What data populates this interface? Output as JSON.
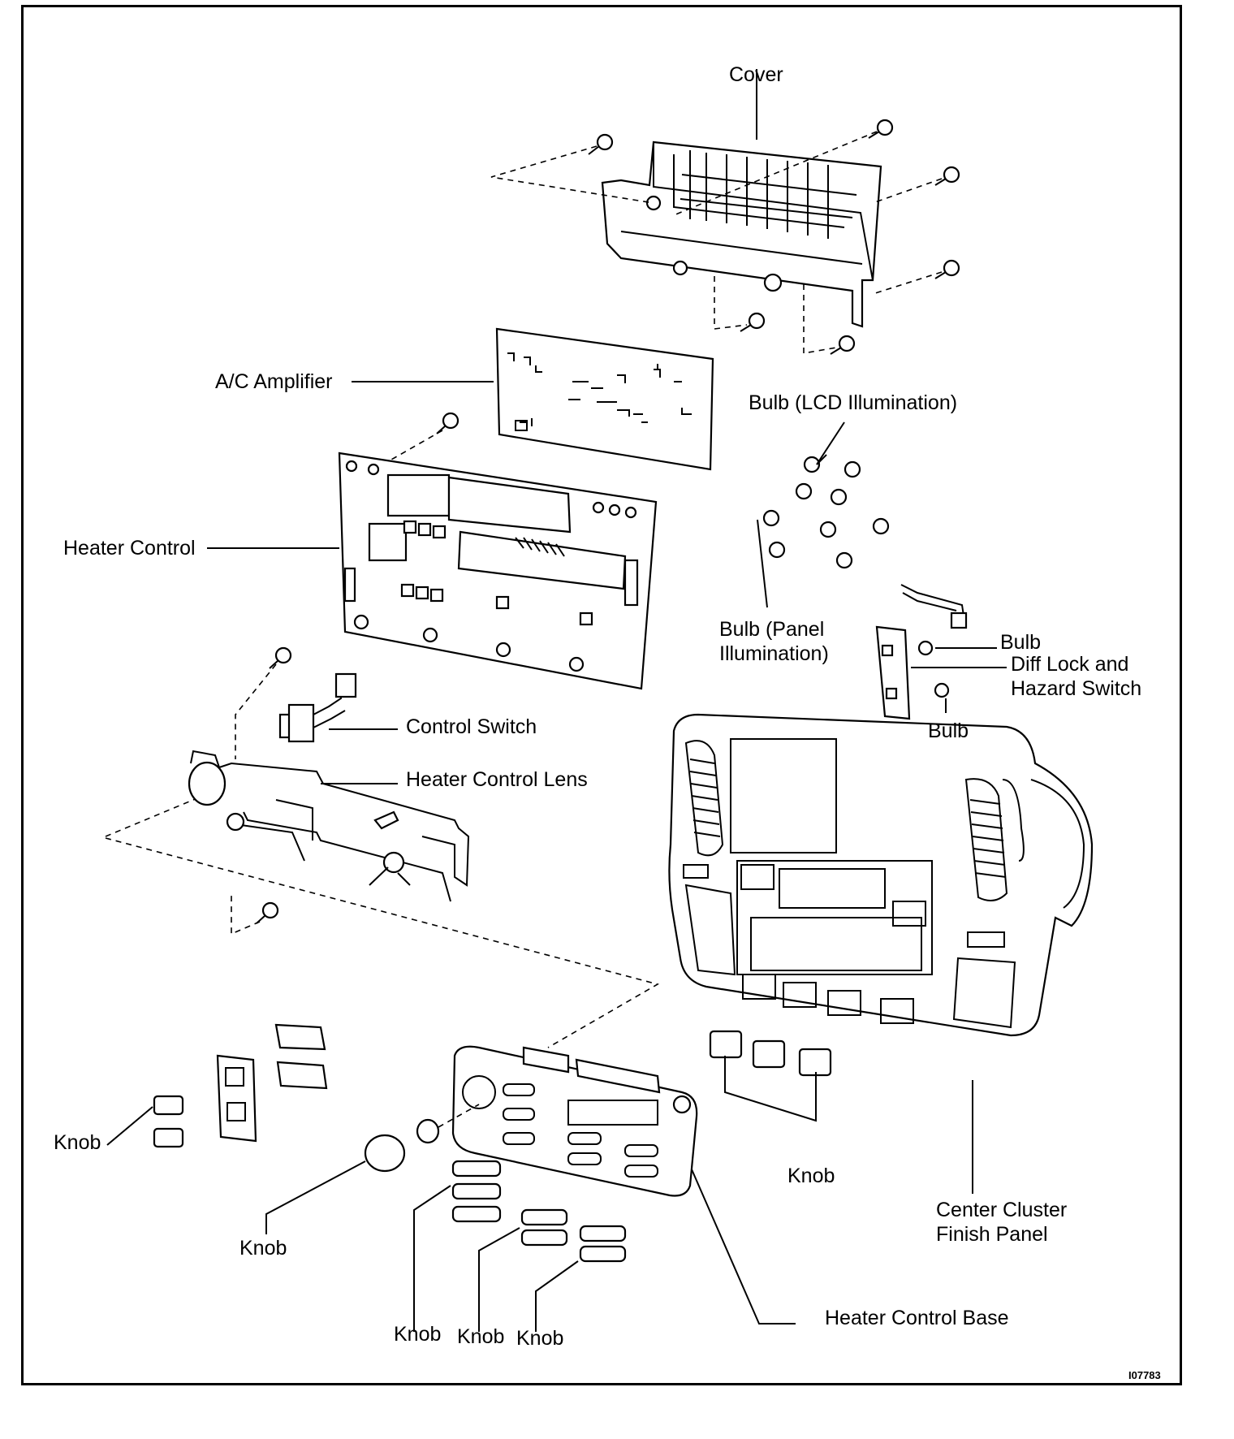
{
  "labels": {
    "cover": "Cover",
    "ac_amplifier": "A/C Amplifier",
    "heater_control": "Heater Control",
    "bulb_lcd": "Bulb (LCD Illumination)",
    "bulb_panel": "Bulb (Panel\nIllumination)",
    "bulb_1": "Bulb",
    "diff_lock": "Diff Lock and\nHazard Switch",
    "bulb_2": "Bulb",
    "control_switch": "Control Switch",
    "heater_control_lens": "Heater Control Lens",
    "knob_left": "Knob",
    "knob_round": "Knob",
    "knob_right": "Knob",
    "center_cluster": "Center Cluster\nFinish Panel",
    "knob_bottom_1": "Knob",
    "knob_bottom_2": "Knob",
    "knob_bottom_3": "Knob",
    "heater_control_base": "Heater Control Base"
  },
  "figure_code": "I07783"
}
